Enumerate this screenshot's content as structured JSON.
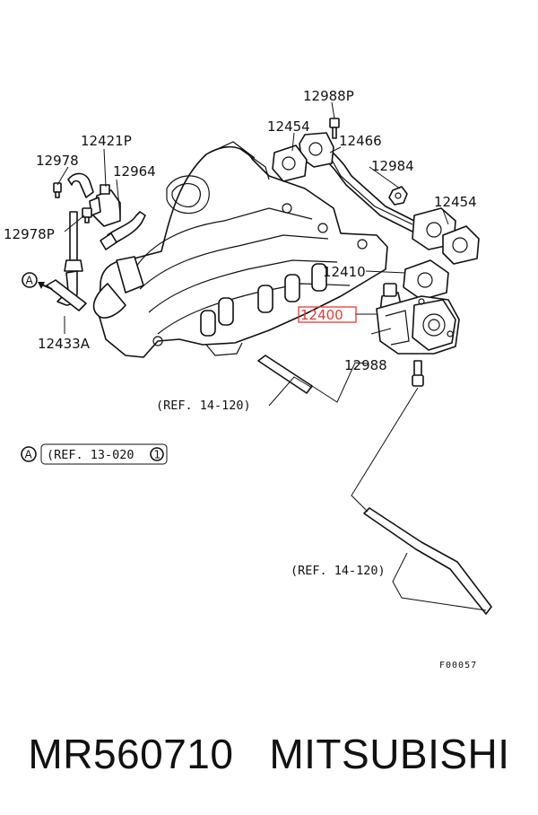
{
  "callouts": {
    "p12988P": "12988P",
    "p12454a": "12454",
    "p12466": "12466",
    "p12984": "12984",
    "p12454b": "12454",
    "p12421P": "12421P",
    "p12978": "12978",
    "p12964": "12964",
    "p12978P": "12978P",
    "p12410": "12410",
    "p12400": "12400",
    "p12433A": "12433A",
    "p12988": "12988"
  },
  "refs": {
    "ref1": "(REF. 14-120)",
    "ref2": "(REF. 13-020",
    "ref2_num": "1",
    "ref3": "(REF. 14-120)"
  },
  "marker_letter": "A",
  "diagram_code": "F00057",
  "caption": {
    "part_number": "MR560710",
    "brand": "MITSUBISHI"
  },
  "colors": {
    "highlight": "#e53935",
    "line": "#111111"
  }
}
